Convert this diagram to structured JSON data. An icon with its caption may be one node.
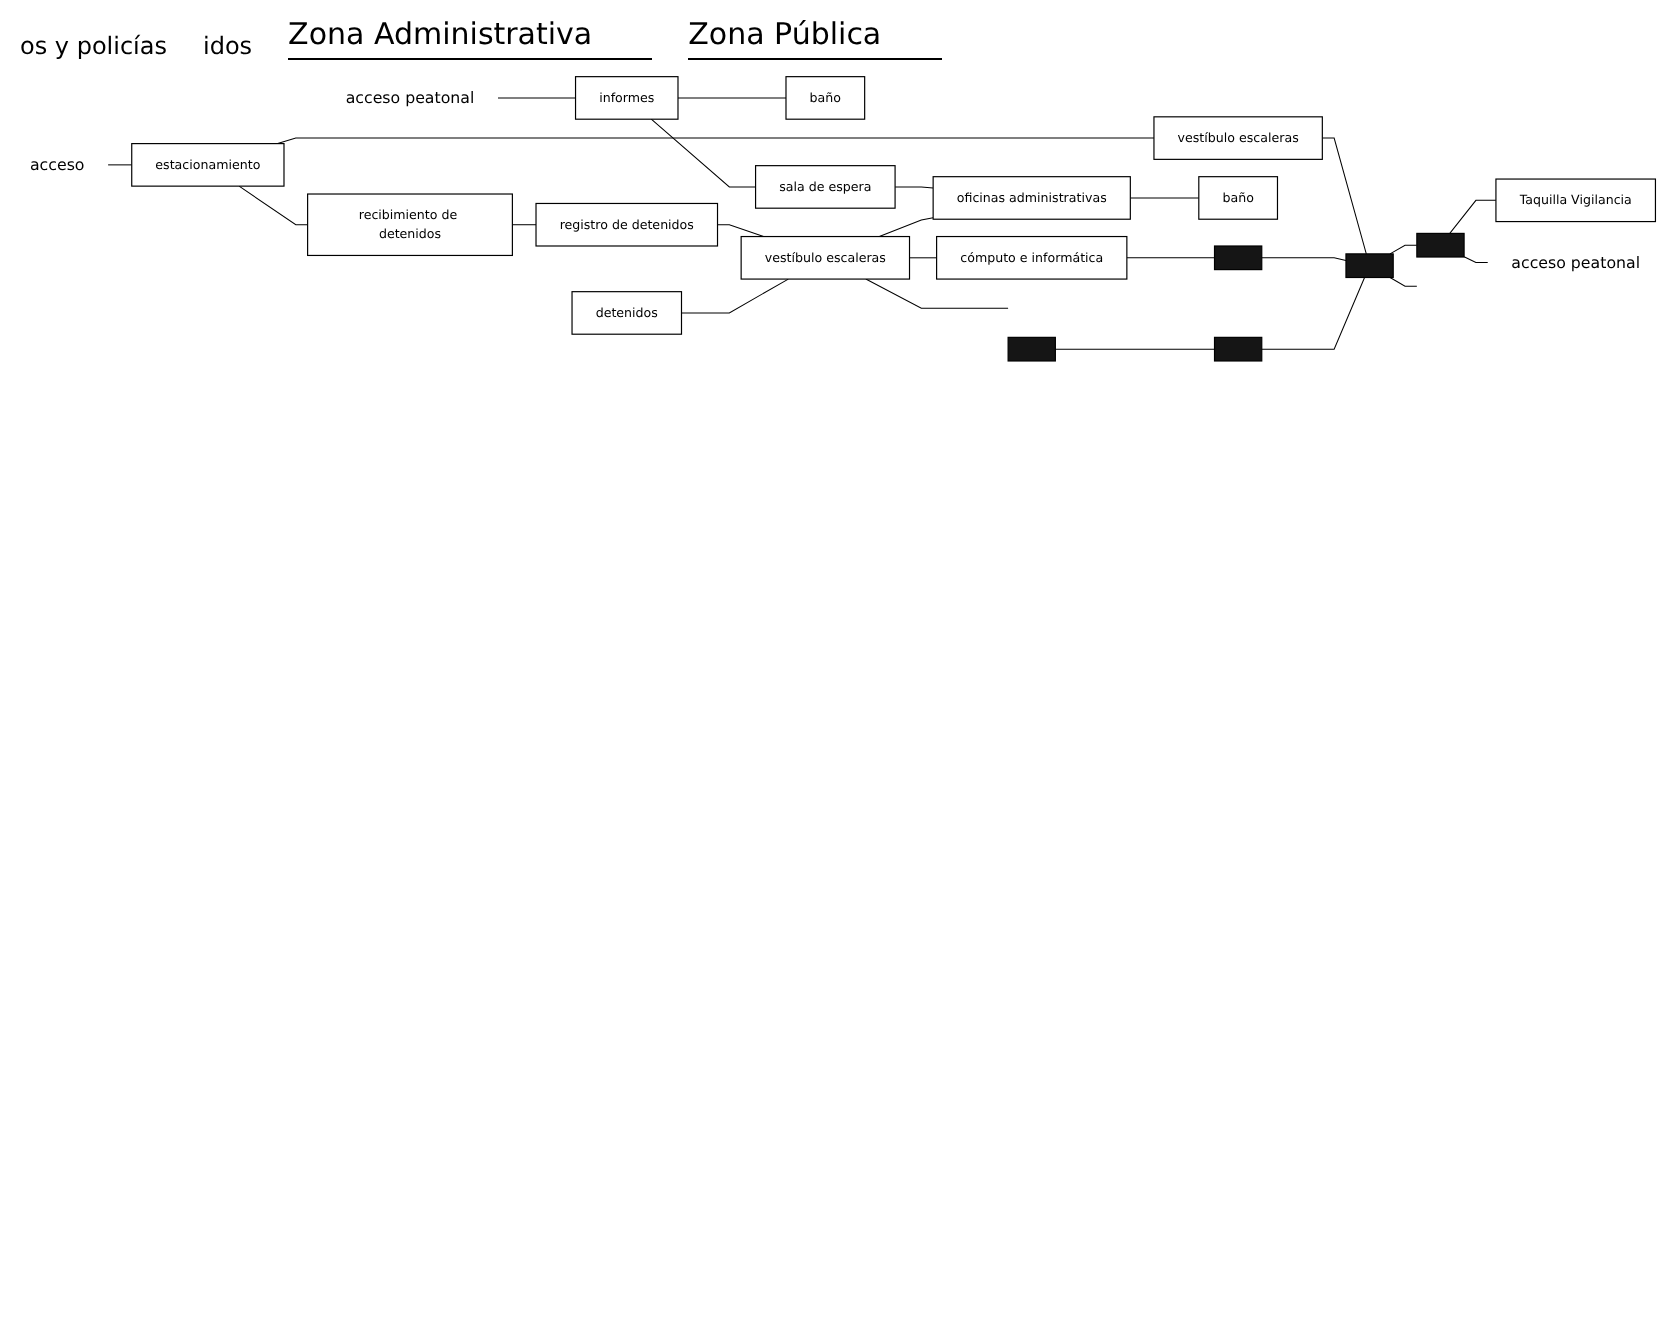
{
  "diagram": {
    "nodes": [
      {
        "text": [
          "acceso peatonal"
        ]
      },
      {
        "text": [
          "informes"
        ]
      },
      {
        "text": [
          "baño"
        ]
      },
      {
        "text": [
          "sala de espera"
        ]
      },
      {
        "text": [
          "acceso"
        ]
      },
      {
        "text": [
          "estacionamiento"
        ]
      },
      {
        "text": [
          "vestíbulo escaleras"
        ]
      },
      {
        "text": [
          "oficinas administrativas"
        ]
      },
      {
        "text": [
          "baño"
        ]
      },
      {
        "text": [
          "recibimiento de detenidos"
        ]
      },
      {
        "text": [
          "registro de detenidos"
        ]
      },
      {
        "text": [
          "vestíbulo escaleras"
        ]
      },
      {
        "text": [
          "detenidos"
        ]
      },
      {
        "text": [
          "cómputo e informática"
        ]
      },
      {
        "text": [],
        "shape": "box"
      },
      {
        "text": [],
        "shape": "box"
      },
      {
        "text": [],
        "shape": "box"
      },
      {
        "text": [],
        "shape": "box"
      },
      {
        "text": [],
        "shape": "box"
      },
      {
        "text": [
          "Taquilla Vigilancia"
        ]
      },
      {
        "text": [
          "acceso peatonal"
        ]
      }
    ],
    "edges": [
      {
        "from": 0,
        "to": 1,
        "arrow": "none"
      },
      {
        "from": 1,
        "to": 2,
        "arrow": "none"
      },
      {
        "from": 1,
        "to": 3,
        "arrow": "none"
      },
      {
        "from": 3,
        "to": 7,
        "arrow": "none"
      },
      {
        "from": 4,
        "to": 5,
        "arrow": "none"
      },
      {
        "from": 5,
        "to": 6,
        "arrow": "none"
      },
      {
        "from": 6,
        "to": 17,
        "arrow": "none"
      },
      {
        "from": 5,
        "to": 9,
        "arrow": "none"
      },
      {
        "from": 9,
        "to": 10,
        "arrow": "none"
      },
      {
        "from": 10,
        "to": 11,
        "arrow": "none"
      },
      {
        "from": 12,
        "to": 11,
        "arrow": "none"
      },
      {
        "from": 11,
        "to": 7,
        "arrow": "none"
      },
      {
        "from": 7,
        "to": 8,
        "arrow": "none"
      },
      {
        "from": 11,
        "to": 13,
        "arrow": "none"
      },
      {
        "from": 13,
        "to": 14,
        "arrow": "none"
      },
      {
        "from": 14,
        "to": 17,
        "arrow": "none"
      },
      {
        "from": 15,
        "to": 16,
        "arrow": "none"
      },
      {
        "from": 16,
        "to": 17,
        "arrow": "none"
      },
      {
        "from": 17,
        "to": 18,
        "arrow": "none"
      },
      {
        "from": 17,
        "to": null,
        "arrow": "none"
      },
      {
        "from": 18,
        "to": 19,
        "arrow": "none"
      },
      {
        "from": 18,
        "to": 20,
        "arrow": "none"
      },
      {
        "from": 11,
        "to": null,
        "arrow": "none"
      }
    ],
    "labels": [
      "os y policías",
      "idos",
      "Zona Administrativa",
      "Zona Pública"
    ]
  }
}
